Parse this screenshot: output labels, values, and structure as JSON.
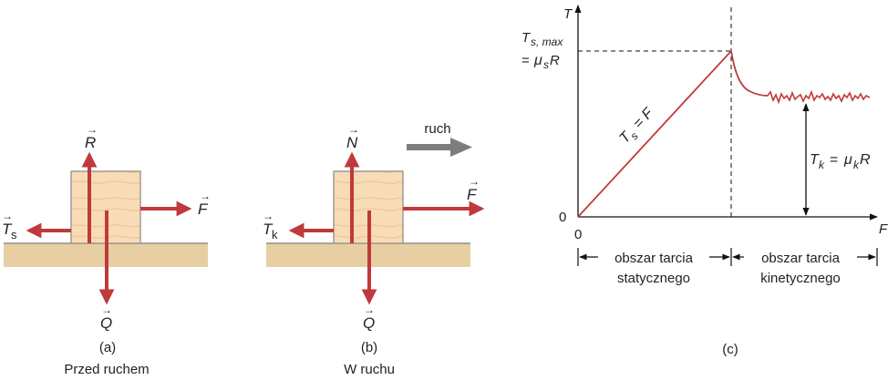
{
  "colors": {
    "arrow_red": "#c0393b",
    "ground": "#e7cfa3",
    "block_fill": "#f8dcb8",
    "block_stroke": "#a39a90",
    "gray_arrow": "#7d7d7d",
    "curve": "#c0393b"
  },
  "panel_a": {
    "force_up": "R",
    "force_right": "F",
    "force_down": "Q",
    "force_left": "T",
    "force_left_sub": "s",
    "caption_letter": "(a)",
    "caption": "Przed ruchem"
  },
  "panel_b": {
    "force_up": "N",
    "force_right": "F",
    "force_down": "Q",
    "force_left": "T",
    "force_left_sub": "k",
    "motion_label": "ruch",
    "caption_letter": "(b)",
    "caption": "W ruchu"
  },
  "panel_c": {
    "y_axis_label": "T",
    "x_axis_label": "F",
    "origin_y": "0",
    "origin_x": "0",
    "max_label_line1_T": "T",
    "max_label_line1_sub": "s, max",
    "max_label_line2_eq": "=",
    "max_label_line2_mu": "μ",
    "max_label_line2_sub": "s",
    "max_label_line2_R": "R",
    "slope_T": "T",
    "slope_sub": "s",
    "slope_eq": "= F",
    "kinetic_T": "T",
    "kinetic_sub": "k",
    "kinetic_eq": "= ",
    "kinetic_mu": "μ",
    "kinetic_mu_sub": "k",
    "kinetic_R": "R",
    "region_static_line1": "obszar tarcia",
    "region_static_line2": "statycznego",
    "region_kinetic_line1": "obszar tarcia",
    "region_kinetic_line2": "kinetycznego",
    "caption_letter": "(c)"
  }
}
